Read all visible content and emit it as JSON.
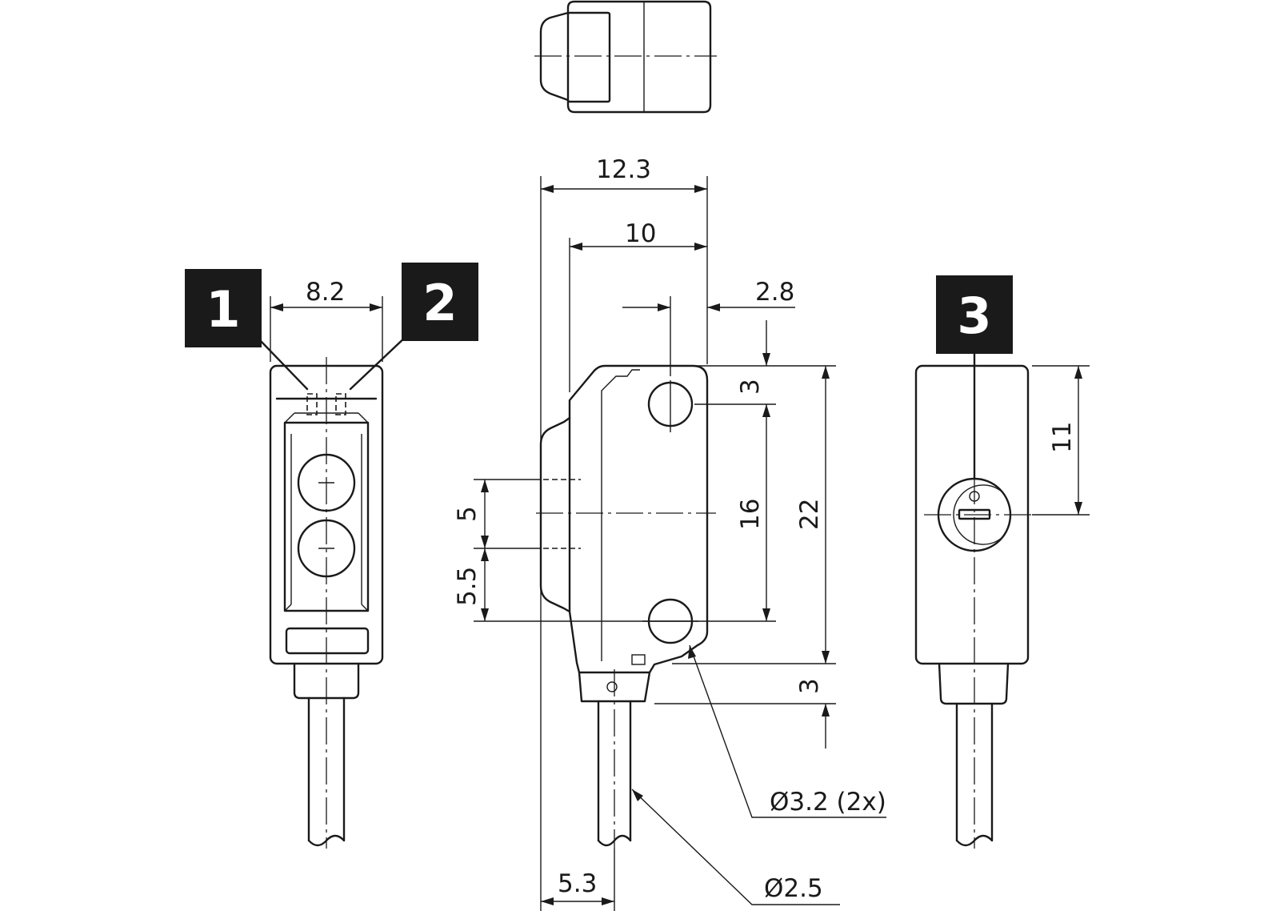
{
  "callouts": {
    "c1": "1",
    "c2": "2",
    "c3": "3"
  },
  "dimensions": {
    "w_8_2": "8.2",
    "w_12_3": "12.3",
    "w_10": "10",
    "w_2_8": "2.8",
    "h_3_top": "3",
    "h_16": "16",
    "h_22": "22",
    "h_5": "5",
    "h_5_5": "5.5",
    "h_3_bottom": "3",
    "h_11": "11",
    "w_5_3": "5.3",
    "hole_dia": "Ø3.2 (2x)",
    "cable_dia": "Ø2.5"
  }
}
